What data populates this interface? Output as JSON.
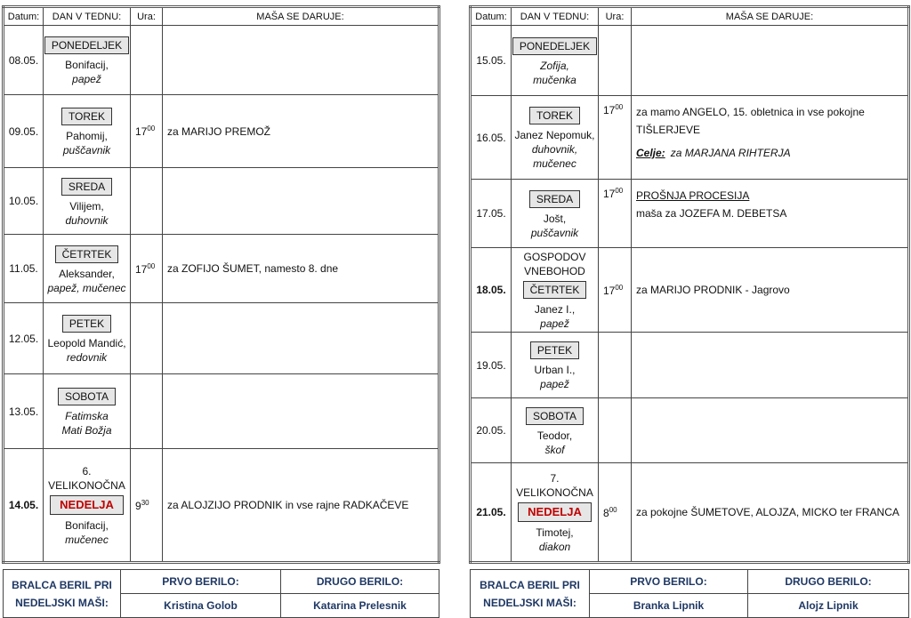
{
  "headers": {
    "date": "Datum:",
    "day": "DAN V TEDNU:",
    "time": "Ura:",
    "mass": "MAŠA SE DARUJE:"
  },
  "left": {
    "rows": [
      {
        "date": "08.05.",
        "day": "PONEDELJEK",
        "saint": "Bonifacij,",
        "title": "papež",
        "time": "",
        "mass": []
      },
      {
        "date": "09.05.",
        "day": "TOREK",
        "saint": "Pahomij,",
        "title": "puščavnik",
        "time": "17",
        "time_sup": "00",
        "mass": [
          {
            "text": "za MARIJO PREMOŽ"
          }
        ]
      },
      {
        "date": "10.05.",
        "day": "SREDA",
        "saint": "Vilijem,",
        "title": "duhovnik",
        "time": "",
        "mass": []
      },
      {
        "date": "11.05.",
        "day": "ČETRTEK",
        "saint": "Aleksander,",
        "title": "papež, mučenec",
        "time": "17",
        "time_sup": "00",
        "mass": [
          {
            "text": "za ZOFIJO ŠUMET, namesto 8. dne"
          }
        ]
      },
      {
        "date": "12.05.",
        "day": "PETEK",
        "saint": "Leopold Mandić,",
        "title": "redovnik",
        "time": "",
        "mass": []
      },
      {
        "date": "13.05.",
        "day": "SOBOTA",
        "saint": "Fatimska",
        "saint_italic": true,
        "title": "Mati Božja",
        "time": "",
        "mass": []
      },
      {
        "date": "14.05.",
        "bold": true,
        "feast": "6. VELIKONOČNA",
        "day": "NEDELJA",
        "sunday": true,
        "saint": "Bonifacij,",
        "title": "mučenec",
        "time": "9",
        "time_sup": "30",
        "mass": [
          {
            "text": "za ALOJZIJO PRODNIK in vse rajne RADKAČEVE"
          }
        ]
      }
    ],
    "readers": {
      "label": "BRALCA BERIL PRI NEDELJSKI MAŠI:",
      "first_label": "PRVO BERILO:",
      "second_label": "DRUGO BERILO:",
      "first": "Kristina Golob",
      "second": "Katarina Prelesnik"
    }
  },
  "right": {
    "rows": [
      {
        "date": "15.05.",
        "day": "PONEDELJEK",
        "saint": "Zofija,",
        "saint_italic": true,
        "title": "mučenka",
        "time": "",
        "mass": []
      },
      {
        "date": "16.05.",
        "day": "TOREK",
        "saint": "Janez Nepomuk,",
        "title": "duhovnik, mučenec",
        "time": "17",
        "time_sup": "00",
        "mass": [
          {
            "text": "za mamo ANGELO, 15. obletnica in vse pokojne TIŠLERJEVE"
          },
          {
            "place": "Celje:",
            "text": "za MARJANA RIHTERJA",
            "italic": true
          }
        ]
      },
      {
        "date": "17.05.",
        "day": "SREDA",
        "saint": "Jošt,",
        "title": "puščavnik",
        "time": "17",
        "time_sup": "00",
        "mass": [
          {
            "text": "PROŠNJA PROCESIJA",
            "underline": true
          },
          {
            "text": "maša za JOZEFA M. DEBETSA"
          }
        ]
      },
      {
        "date": "18.05.",
        "bold": true,
        "feast": "GOSPODOV VNEBOHOD",
        "day": "ČETRTEK",
        "saint": "Janez I.,",
        "title": "papež",
        "time": "17",
        "time_sup": "00",
        "mass": [
          {
            "text": "za MARIJO PRODNIK - Jagrovo"
          }
        ]
      },
      {
        "date": "19.05.",
        "day": "PETEK",
        "saint": "Urban I.,",
        "title": "papež",
        "time": "",
        "mass": []
      },
      {
        "date": "20.05.",
        "day": "SOBOTA",
        "saint": "Teodor,",
        "title": "škof",
        "time": "",
        "mass": []
      },
      {
        "date": "21.05.",
        "bold": true,
        "feast": "7. VELIKONOČNA",
        "day": "NEDELJA",
        "sunday": true,
        "saint": "Timotej,",
        "title": "diakon",
        "time": "8",
        "time_sup": "00",
        "mass": [
          {
            "text": "za pokojne ŠUMETOVE, ALOJZA, MICKO ter FRANCA"
          }
        ]
      }
    ],
    "readers": {
      "label": "BRALCA BERIL PRI NEDELJSKI MAŠI:",
      "first_label": "PRVO BERILO:",
      "second_label": "DRUGO BERILO:",
      "first": "Branka Lipnik",
      "second": "Alojz Lipnik"
    }
  }
}
